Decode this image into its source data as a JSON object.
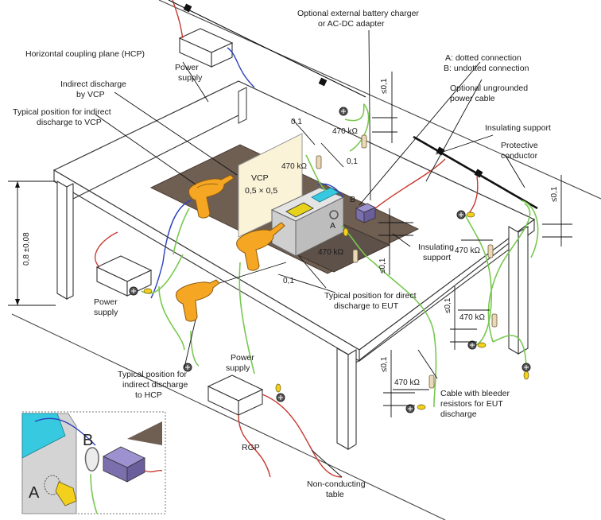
{
  "labels": {
    "charger": [
      "Optional external battery charger",
      "or AC-DC adapter"
    ],
    "hcp": "Horizontal coupling plane (HCP)",
    "power_supply_top": [
      "Power",
      "supply"
    ],
    "indirect_vcp": [
      "Indirect discharge",
      "by VCP"
    ],
    "typical_indirect_vcp": [
      "Typical position for indirect",
      "discharge to VCP"
    ],
    "connection_a": "A: dotted connection",
    "connection_b": "B: undotted connection",
    "ungrounded_cable": [
      "Optional ungrounded",
      "power cable"
    ],
    "insulating_support_top": "Insulating support",
    "protective_conductor": [
      "Protective",
      "conductor"
    ],
    "vcp_title": "VCP",
    "vcp_size": "0,5 × 0,5",
    "insulating_support_mid": [
      "Insulating",
      "support"
    ],
    "typical_direct_eut": [
      "Typical position for direct",
      "discharge to EUT"
    ],
    "power_supply_left": [
      "Power",
      "supply"
    ],
    "power_supply_bottom": [
      "Power",
      "supply"
    ],
    "typical_indirect_hcp": [
      "Typical position for",
      "indirect discharge",
      "to HCP"
    ],
    "bleeder_cable": [
      "Cable with bleeder",
      "resistors for EUT",
      "discharge"
    ],
    "rgp": "RGP",
    "table": [
      "Non-conducting",
      "table"
    ],
    "inset_a": "A",
    "inset_b": "B",
    "small_a": "A",
    "small_b": "B"
  },
  "dimensions": {
    "height": "0,8 ±0,08",
    "le_0_1": "≤0,1",
    "d_0_1": "0,1",
    "r470": "470 kΩ"
  },
  "colors": {
    "table_outline": "#333333",
    "hcp_plate": "#6f5e52",
    "vcp": "#fbf3d8",
    "gun": "#f5a623",
    "ground_wire": "#78c850",
    "power_wire": "#c8382f",
    "signal_wire": "#2a3fbf",
    "eut_screen": "#36c9e0",
    "battery": "#7b6fae"
  }
}
